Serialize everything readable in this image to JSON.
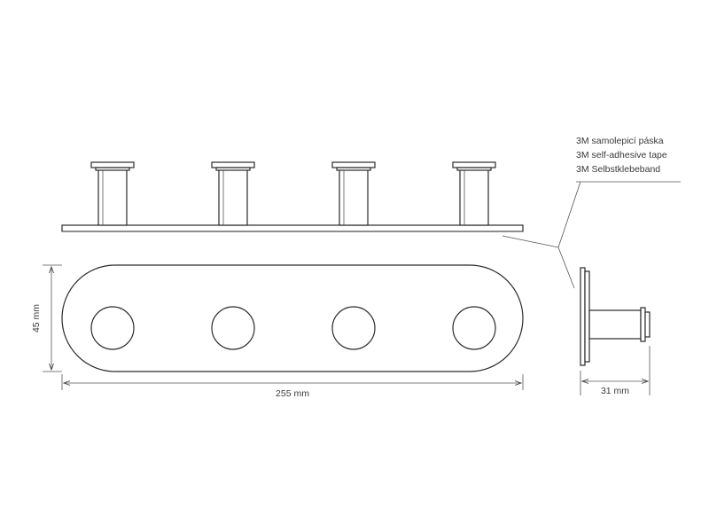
{
  "callout": {
    "line1": "3M samolepicí páska",
    "line2": "3M self-adhesive tape",
    "line3": "3M Selbstklebeband"
  },
  "dimensions": {
    "height": "45 mm",
    "length": "255 mm",
    "depth": "31 mm"
  },
  "hooks": {
    "count": 4
  }
}
